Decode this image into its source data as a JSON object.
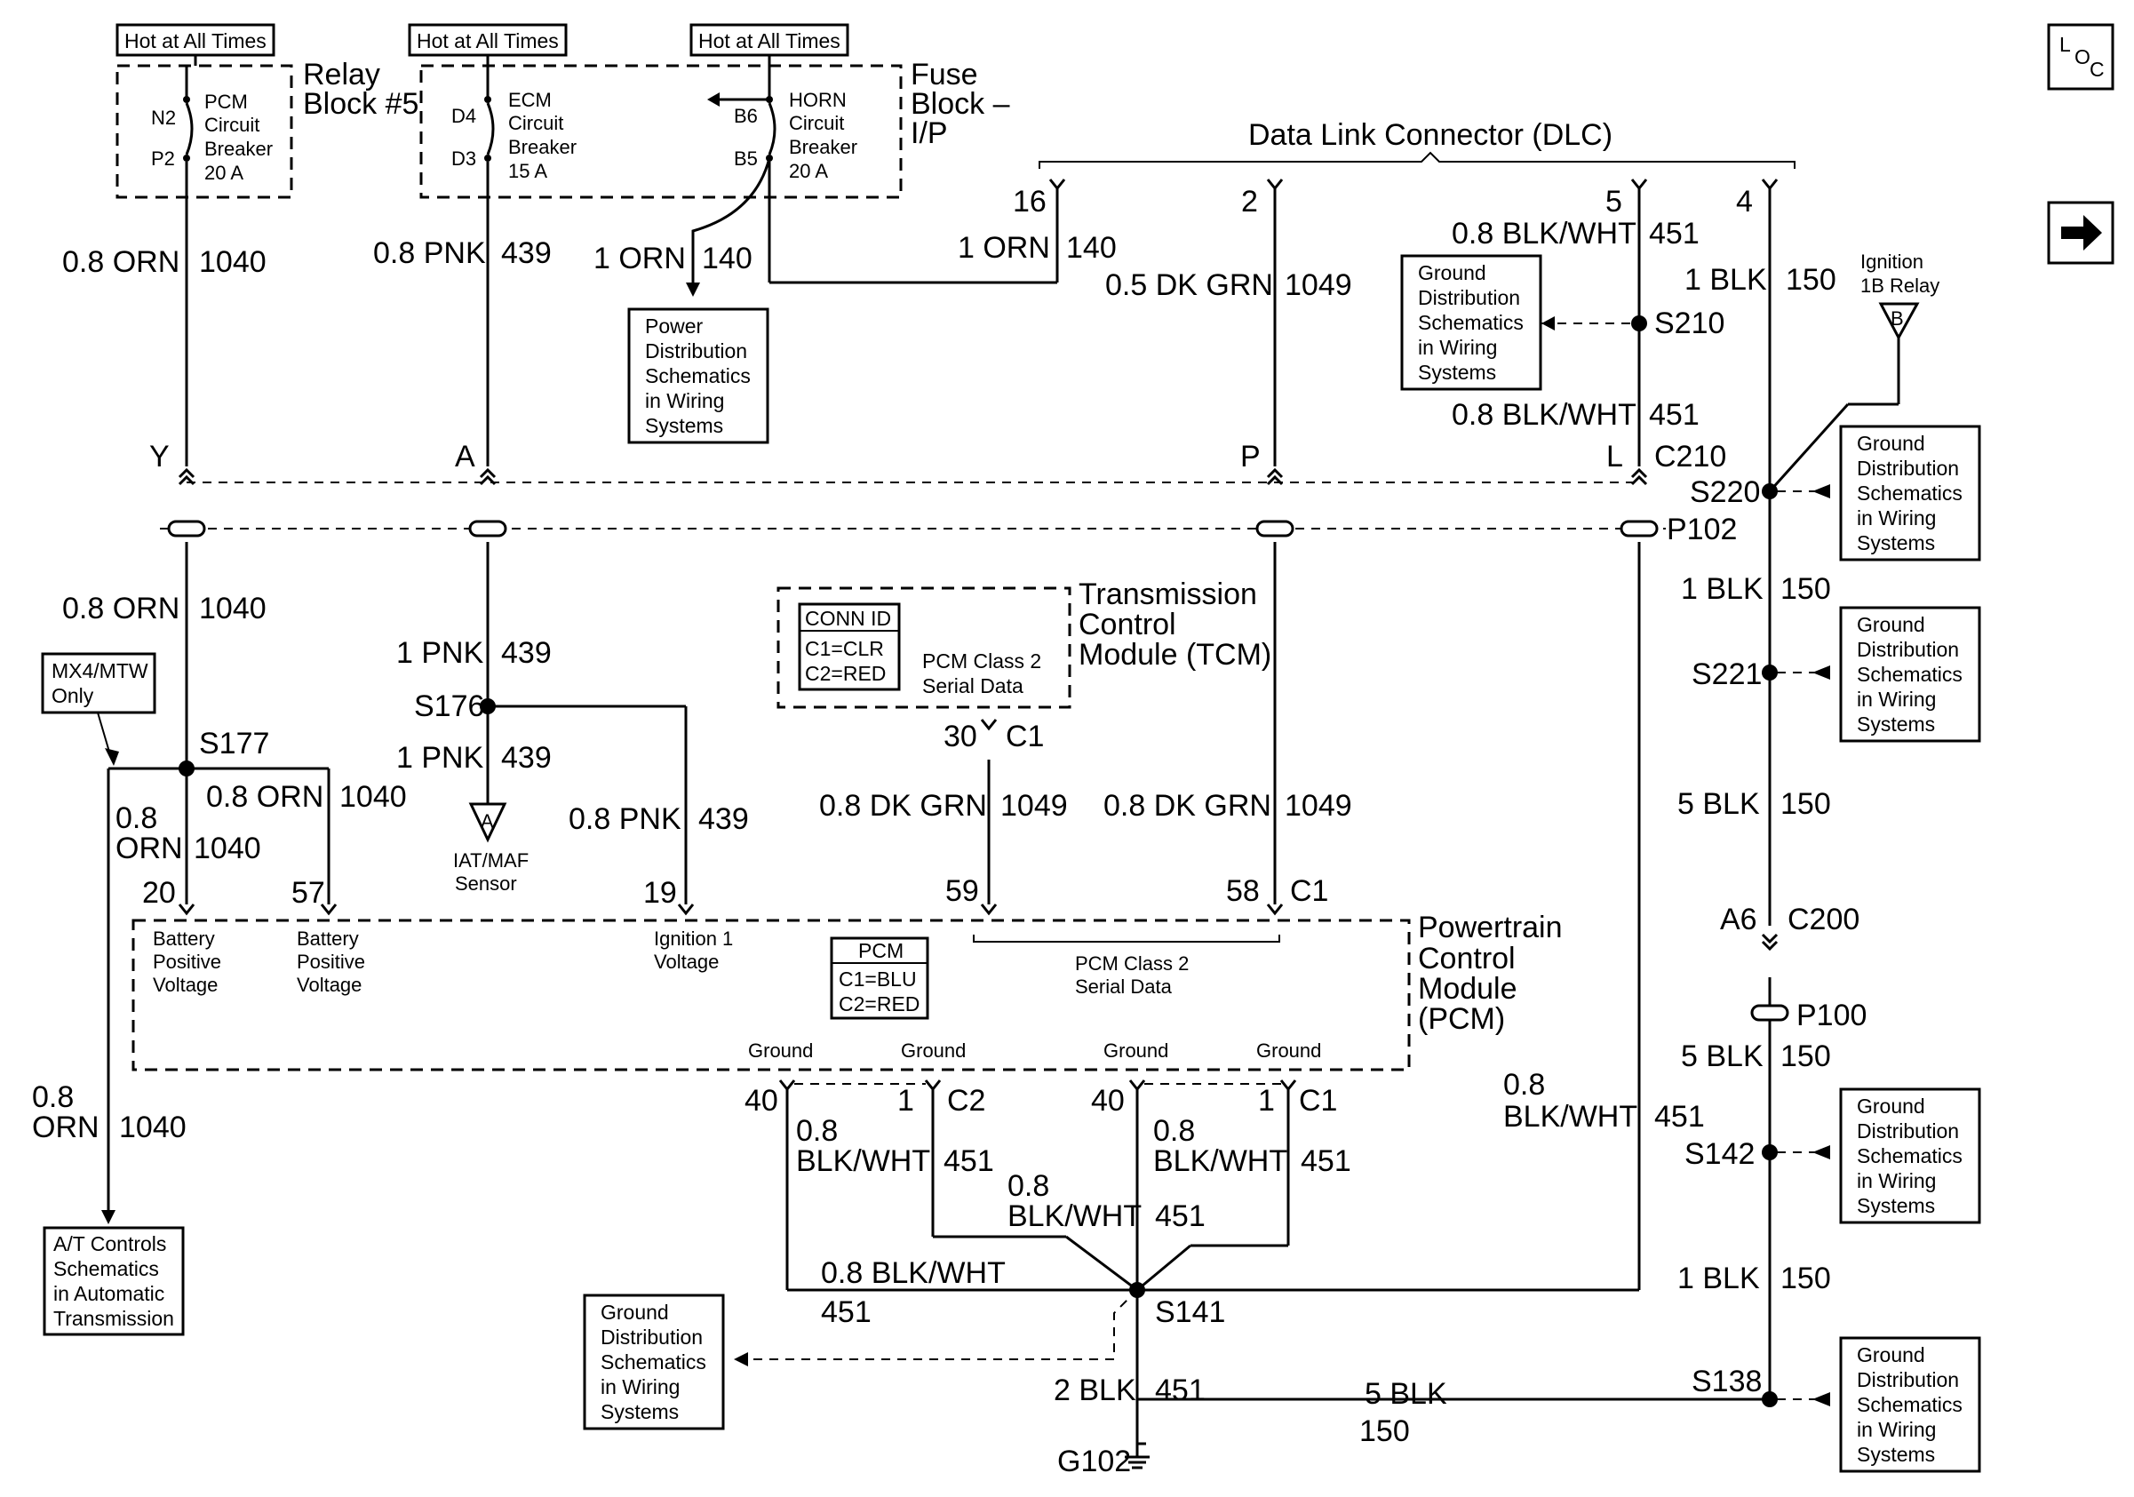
{
  "hot": {
    "a": "Hot at All Times",
    "b": "Hot at All Times",
    "c": "Hot at All Times"
  },
  "relay_block": {
    "title1": "Relay",
    "title2": "Block #5",
    "n2": "N2",
    "p2": "P2",
    "cb1": "PCM",
    "cb2": "Circuit",
    "cb3": "Breaker",
    "cb4": "20 A"
  },
  "fuse_block": {
    "title1": "Fuse",
    "title2": "Block –",
    "title3": "I/P",
    "d4": "D4",
    "d3": "D3",
    "ecm1": "ECM",
    "ecm2": "Circuit",
    "ecm3": "Breaker",
    "ecm4": "15 A",
    "b6": "B6",
    "b5": "B5",
    "horn1": "HORN",
    "horn2": "Circuit",
    "horn3": "Breaker",
    "horn4": "20 A"
  },
  "dlc": {
    "title": "Data Link Connector (DLC)",
    "pin16": "16",
    "pin2": "2",
    "pin5": "5",
    "pin4": "4"
  },
  "loc": {
    "l": "L",
    "o": "O",
    "c": "C"
  },
  "wires": {
    "w1": "0.8 ORN",
    "w1n": "1040",
    "w2": "0.8 PNK",
    "w2n": "439",
    "w3": "1 ORN",
    "w3n": "140",
    "w4": "1 ORN",
    "w4n": "140",
    "w5": "0.5 DK GRN",
    "w5n": "1049",
    "w6": "0.8 BLK/WHT",
    "w6n": "451",
    "w7": "1 BLK",
    "w7n": "150",
    "w8": "0.8 BLK/WHT",
    "w8n": "451",
    "w9": "0.8 ORN",
    "w9n": "1040",
    "w10": "1 PNK",
    "w10n": "439",
    "w11": "1 PNK",
    "w11n": "439",
    "w12": "0.8 PNK",
    "w12n": "439",
    "w13": "0.8 ORN",
    "w13n": "1040",
    "w14a": "0.8",
    "w14b": "ORN",
    "w14n": "1040",
    "w15": "0.8 DK GRN",
    "w15n": "1049",
    "w16": "0.8 DK GRN",
    "w16n": "1049",
    "w17": "1 BLK",
    "w17n": "150",
    "w18": "5 BLK",
    "w18n": "150",
    "w19": "5 BLK",
    "w19n": "150",
    "w20": "1 BLK",
    "w20n": "150",
    "w21a": "0.8",
    "w21b": "BLK/WHT",
    "w21n": "451",
    "w22a": "0.8",
    "w22b": "ORN",
    "w22n": "1040",
    "w23a": "0.8",
    "w23b": "BLK/WHT",
    "w23n": "451",
    "w24a": "0.8",
    "w24b": "BLK/WHT",
    "w24n": "451",
    "w25a": "0.8",
    "w25b": "BLK/WHT",
    "w25n": "451",
    "w26": "0.8 BLK/WHT",
    "w26n": "451",
    "w27": "2 BLK",
    "w27n": "451",
    "w28": "5 BLK",
    "w28n": "150"
  },
  "connectors": {
    "y": "Y",
    "a": "A",
    "p": "P",
    "l": "L",
    "c210": "C210",
    "p102": "P102",
    "a6": "A6",
    "c200": "C200",
    "p100": "P100"
  },
  "splices": {
    "s210": "S210",
    "s220": "S220",
    "s221": "S221",
    "s176": "S176",
    "s177": "S177",
    "s142": "S142",
    "s141": "S141",
    "s138": "S138",
    "g102": "G102"
  },
  "ignition_relay": {
    "l1": "Ignition",
    "l2": "1B Relay",
    "tri": "B"
  },
  "power_dist": {
    "l1": "Power",
    "l2": "Distribution",
    "l3": "Schematics",
    "l4": "in Wiring",
    "l5": "Systems"
  },
  "ground_dist": {
    "l1": "Ground",
    "l2": "Distribution",
    "l3": "Schematics",
    "l4": "in Wiring",
    "l5": "Systems"
  },
  "mx4": {
    "l1": "MX4/MTW",
    "l2": "Only"
  },
  "at_controls": {
    "l1": "A/T Controls",
    "l2": "Schematics",
    "l3": "in Automatic",
    "l4": "Transmission"
  },
  "iat": {
    "tri": "A",
    "l1": "IAT/MAF",
    "l2": "Sensor"
  },
  "tcm": {
    "t1": "Transmission",
    "t2": "Control",
    "t3": "Module (TCM)",
    "conn_title": "CONN ID",
    "conn1": "C1=CLR",
    "conn2": "C2=RED",
    "serial1": "PCM Class 2",
    "serial2": "Serial Data",
    "pin30": "30",
    "c1": "C1"
  },
  "pcm": {
    "t1": "Powertrain",
    "t2": "Control",
    "t3": "Module",
    "t4": "(PCM)",
    "id_title": "PCM",
    "id1": "C1=BLU",
    "id2": "C2=RED",
    "pin20": "20",
    "pin57": "57",
    "pin19": "19",
    "pin59": "59",
    "pin58": "58",
    "c1": "C1",
    "bpv1a": "Battery",
    "bpv1b": "Positive",
    "bpv1c": "Voltage",
    "bpv2a": "Battery",
    "bpv2b": "Positive",
    "bpv2c": "Voltage",
    "ign1": "Ignition 1",
    "ign2": "Voltage",
    "ser1": "PCM Class 2",
    "ser2": "Serial Data",
    "gnd1": "Ground",
    "gnd2": "Ground",
    "gnd3": "Ground",
    "gnd4": "Ground",
    "p40a": "40",
    "p1a": "1",
    "c2": "C2",
    "p40b": "40",
    "p1b": "1",
    "c1b": "C1"
  }
}
